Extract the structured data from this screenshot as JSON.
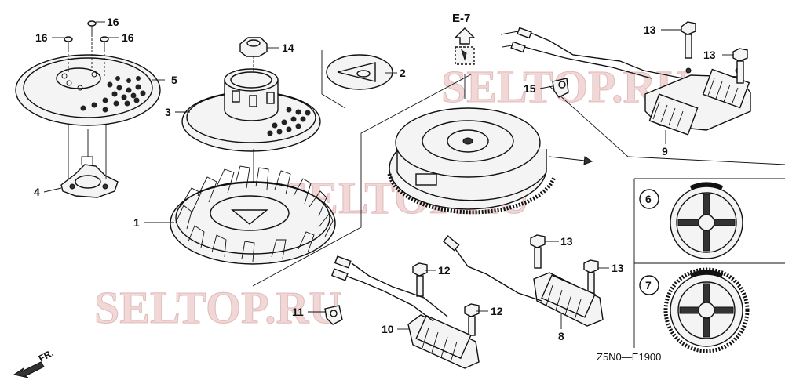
{
  "diagram": {
    "code": "Z5N0—E1900",
    "reference": "E-7",
    "direction": "FR.",
    "watermarks": [
      "SELTOP.RU",
      "SELTOP.RU",
      "SELTOP.RU"
    ],
    "callouts": [
      "1",
      "2",
      "3",
      "4",
      "5",
      "6",
      "7",
      "8",
      "9",
      "10",
      "11",
      "12",
      "12",
      "13",
      "13",
      "13",
      "13",
      "14",
      "15",
      "16",
      "16",
      "16"
    ]
  }
}
